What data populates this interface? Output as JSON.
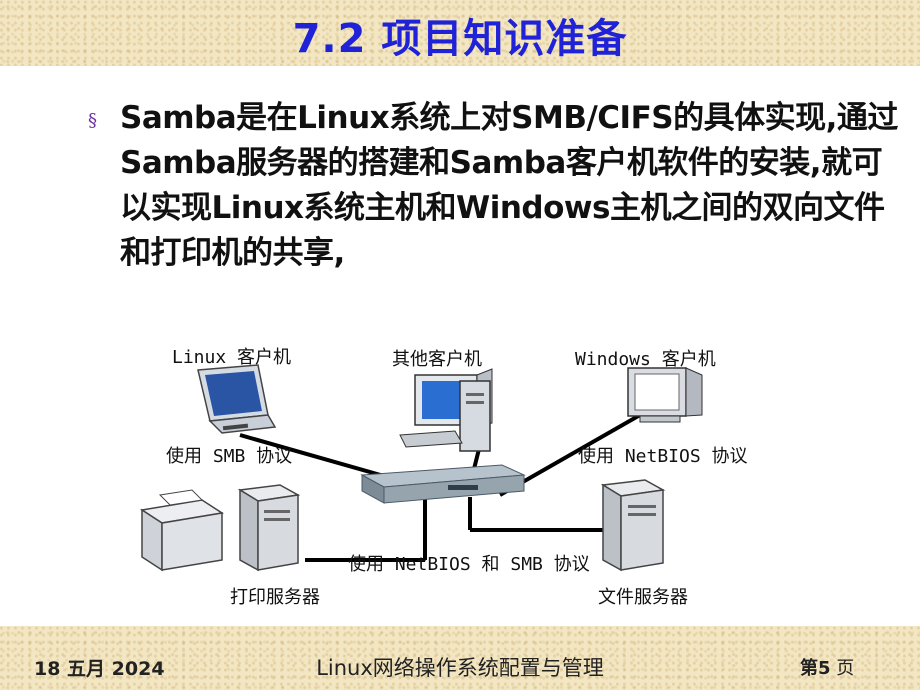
{
  "slide": {
    "title": "7.2 项目知识准备",
    "bullet_symbol": "§",
    "bullet_text": "Samba是在Linux系统上对SMB/CIFS的具体实现,通过Samba服务器的搭建和Samba客户机软件的安装,就可以实现Linux系统主机和Windows主机之间的双向文件和打印机的共享,"
  },
  "diagram": {
    "labels": {
      "linux_client": "Linux 客户机",
      "other_client": "其他客户机",
      "windows_client": "Windows 客户机",
      "use_smb": "使用 SMB 协议",
      "use_netbios": "使用 NetBIOS 协议",
      "use_netbios_smb": "使用 NetBIOS 和 SMB 协议",
      "print_server": "打印服务器",
      "file_server": "文件服务器"
    }
  },
  "footer": {
    "date": "18 五月 2024",
    "center": "Linux网络操作系统配置与管理",
    "page_prefix": "第",
    "page_number": "5",
    "page_suffix": " 页"
  }
}
